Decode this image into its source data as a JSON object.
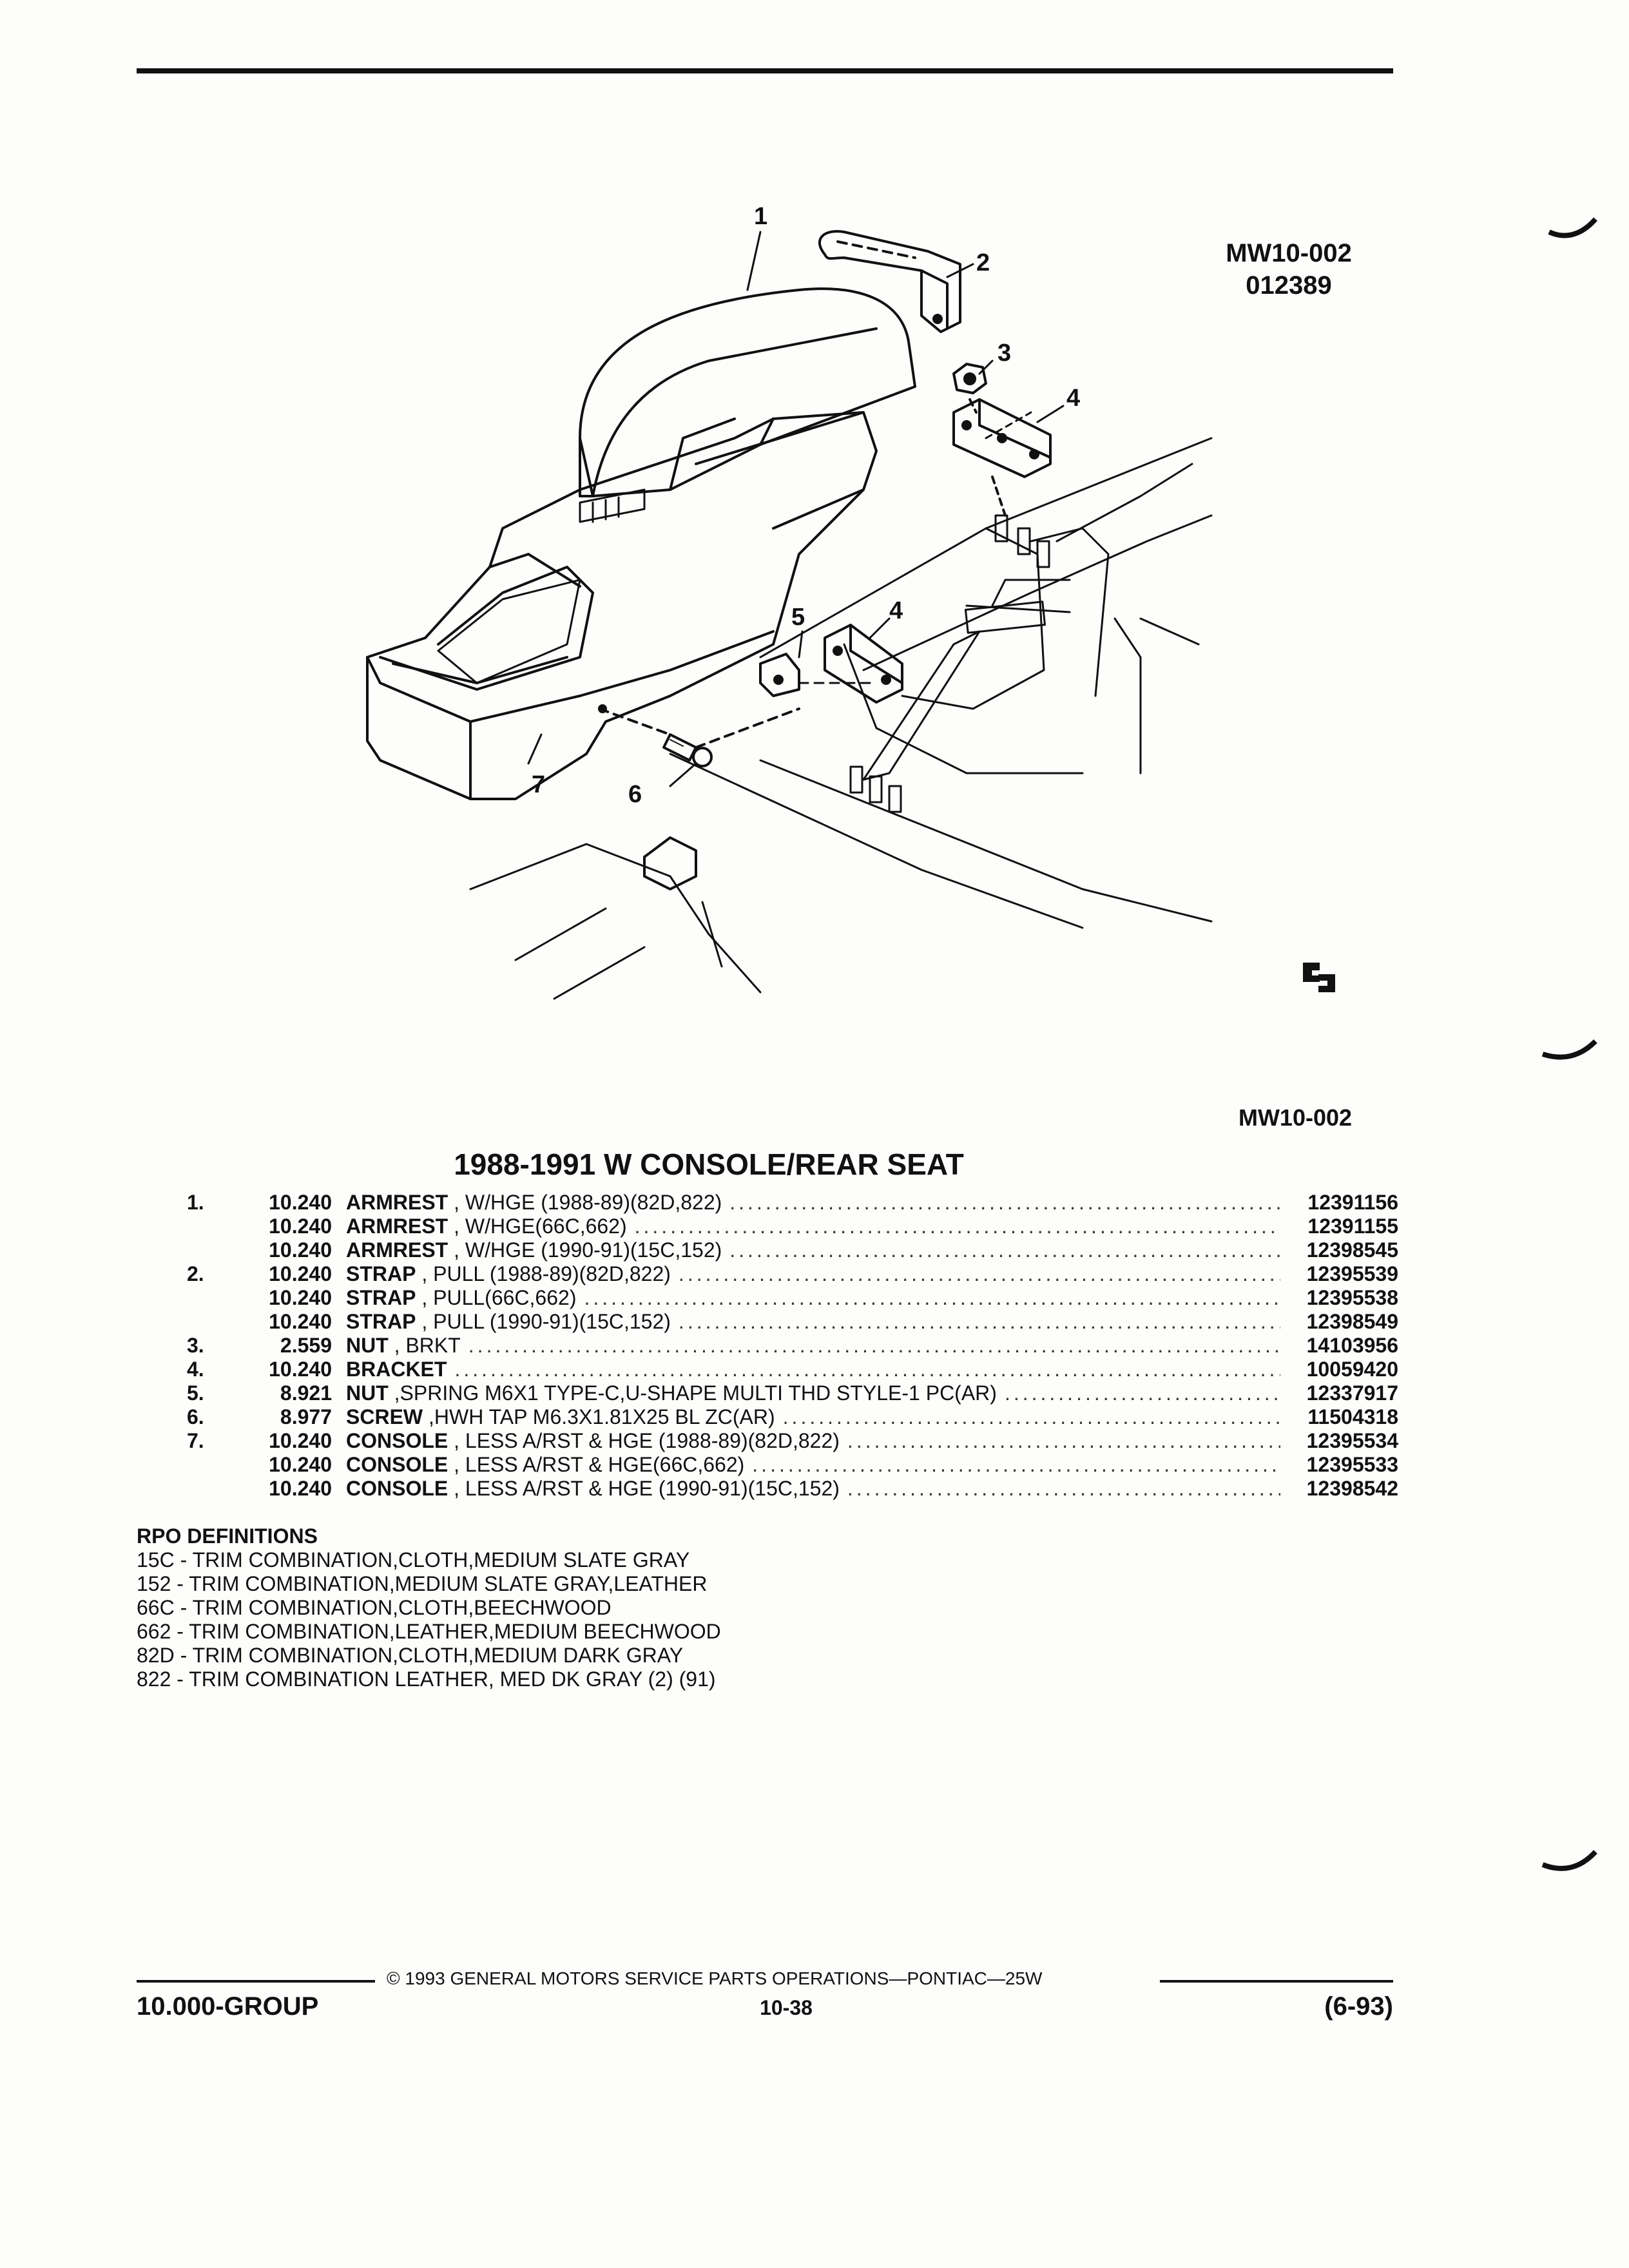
{
  "header": {
    "ref_code": "MW10-002",
    "ref_number": "012389"
  },
  "illustration": {
    "callouts": [
      "1",
      "2",
      "3",
      "4",
      "4",
      "5",
      "6",
      "7"
    ],
    "logo_mark": "GM parts logo"
  },
  "figure_ref": "MW10-002",
  "parts_list": {
    "title": "1988-1991 W CONSOLE/REAR SEAT",
    "rows": [
      {
        "no": "1.",
        "group": "10.240",
        "name": "ARMREST",
        "detail": ", W/HGE (1988-89)(82D,822)",
        "part": "12391156"
      },
      {
        "no": "",
        "group": "10.240",
        "name": "ARMREST",
        "detail": ", W/HGE(66C,662)",
        "part": "12391155"
      },
      {
        "no": "",
        "group": "10.240",
        "name": "ARMREST",
        "detail": ", W/HGE (1990-91)(15C,152)",
        "part": "12398545"
      },
      {
        "no": "2.",
        "group": "10.240",
        "name": "STRAP",
        "detail": ", PULL (1988-89)(82D,822)",
        "part": "12395539"
      },
      {
        "no": "",
        "group": "10.240",
        "name": "STRAP",
        "detail": ", PULL(66C,662)",
        "part": "12395538"
      },
      {
        "no": "",
        "group": "10.240",
        "name": "STRAP",
        "detail": ", PULL (1990-91)(15C,152)",
        "part": "12398549"
      },
      {
        "no": "3.",
        "group": "2.559",
        "name": "NUT",
        "detail": ", BRKT",
        "part": "14103956"
      },
      {
        "no": "4.",
        "group": "10.240",
        "name": "BRACKET",
        "detail": "",
        "part": "10059420"
      },
      {
        "no": "5.",
        "group": "8.921",
        "name": "NUT",
        "detail": ",SPRING M6X1 TYPE-C,U-SHAPE MULTI THD STYLE-1 PC(AR)",
        "part": "12337917"
      },
      {
        "no": "6.",
        "group": "8.977",
        "name": "SCREW",
        "detail": ",HWH TAP M6.3X1.81X25 BL ZC(AR)",
        "part": "11504318"
      },
      {
        "no": "7.",
        "group": "10.240",
        "name": "CONSOLE",
        "detail": ", LESS A/RST & HGE (1988-89)(82D,822)",
        "part": "12395534"
      },
      {
        "no": "",
        "group": "10.240",
        "name": "CONSOLE",
        "detail": ", LESS A/RST & HGE(66C,662)",
        "part": "12395533"
      },
      {
        "no": "",
        "group": "10.240",
        "name": "CONSOLE",
        "detail": ", LESS A/RST & HGE (1990-91)(15C,152)",
        "part": "12398542"
      }
    ]
  },
  "rpo": {
    "heading": "RPO DEFINITIONS",
    "items": [
      "15C - TRIM COMBINATION,CLOTH,MEDIUM SLATE GRAY",
      "152 - TRIM COMBINATION,MEDIUM SLATE GRAY,LEATHER",
      "66C - TRIM COMBINATION,CLOTH,BEECHWOOD",
      "662 - TRIM COMBINATION,LEATHER,MEDIUM BEECHWOOD",
      "82D - TRIM COMBINATION,CLOTH,MEDIUM DARK GRAY",
      "822 - TRIM COMBINATION LEATHER, MED DK GRAY (2) (91)"
    ]
  },
  "footer": {
    "copyright": "© 1993 GENERAL MOTORS SERVICE PARTS OPERATIONS—PONTIAC—25W",
    "group": "10.000-GROUP",
    "page": "10-38",
    "date": "(6-93)"
  }
}
